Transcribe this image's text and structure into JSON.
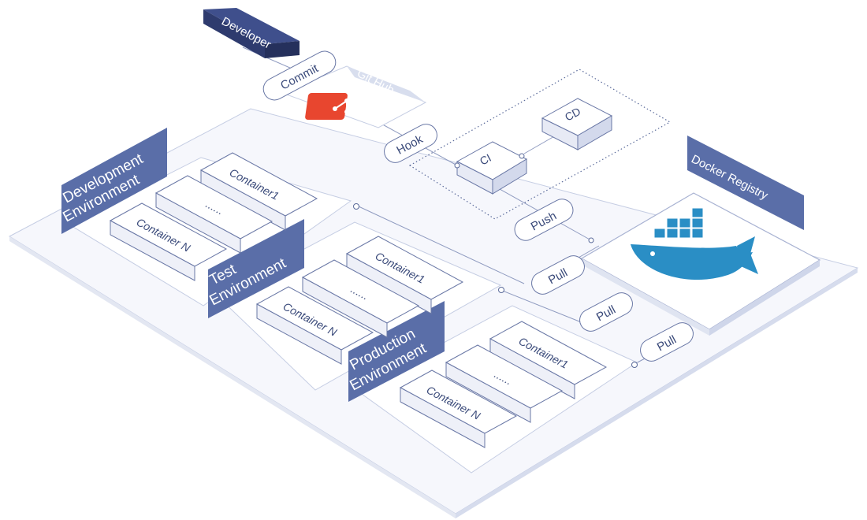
{
  "developer": {
    "label": "Developer"
  },
  "commit": {
    "label": "Commit"
  },
  "github": {
    "label": "Git Hub",
    "icon": "git-branch-icon",
    "icon_color": "#e8462f"
  },
  "hook": {
    "label": "Hook"
  },
  "ci": {
    "label": "CI"
  },
  "cd": {
    "label": "CD"
  },
  "push": {
    "label": "Push"
  },
  "pull": {
    "labels": [
      "Pull",
      "Pull",
      "Pull"
    ]
  },
  "registry": {
    "label": "Docker Registry",
    "icon": "docker-whale-icon",
    "whale_color": "#2a8ec5"
  },
  "environments": [
    {
      "title_line1": "Development",
      "title_line2": "Environment",
      "containers": [
        "Container1",
        "......",
        "Container N"
      ]
    },
    {
      "title_line1": "Test",
      "title_line2": "Environment",
      "containers": [
        "Container1",
        "......",
        "Container N"
      ]
    },
    {
      "title_line1": "Production",
      "title_line2": "Environment",
      "containers": [
        "Container1",
        "......",
        "Container N"
      ]
    }
  ],
  "colors": {
    "label_fill": "#5a6ea8",
    "label_dark": "#4a5a99",
    "line": "#9aa6c8",
    "platform": "#f4f6fb",
    "box_side": "#dde2f0"
  }
}
